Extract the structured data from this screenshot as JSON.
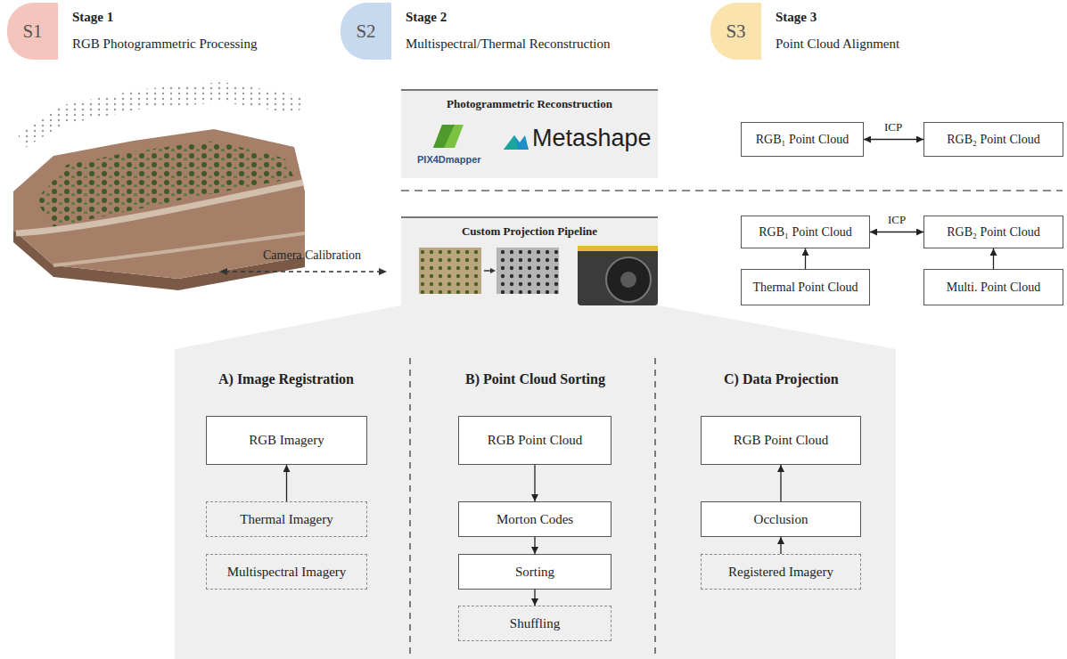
{
  "diagram": {
    "nodes": [
      {
        "text": [
          "S1",
          "Stage 1",
          "RGB Photogrammetric Processing"
        ]
      },
      {
        "text": [
          "S2",
          "Stage 2",
          "Multispectral/Thermal Reconstruction"
        ]
      },
      {
        "text": [
          "S3",
          "Stage 3",
          "Point Cloud Alignment"
        ]
      },
      {
        "text": [
          "Photogrammetric Reconstruction",
          "PIX4Dmapper",
          "Metashape"
        ]
      },
      {
        "text": [
          "RGB₁ Point Cloud"
        ]
      },
      {
        "text": [
          "RGB₂ Point Cloud"
        ]
      },
      {
        "text": [
          "Custom Projection Pipeline"
        ]
      },
      {
        "text": [
          "RGB₁ Point Cloud"
        ]
      },
      {
        "text": [
          "RGB₂ Point Cloud"
        ]
      },
      {
        "text": [
          "Thermal Point Cloud"
        ]
      },
      {
        "text": [
          "Multi. Point Cloud"
        ]
      },
      {
        "text": [
          "RGB Imagery"
        ]
      },
      {
        "text": [
          "Thermal Imagery"
        ]
      },
      {
        "text": [
          "Multispectral Imagery"
        ]
      },
      {
        "text": [
          "RGB Point Cloud"
        ]
      },
      {
        "text": [
          "Morton Codes"
        ]
      },
      {
        "text": [
          "Sorting"
        ]
      },
      {
        "text": [
          "Shuffling"
        ]
      },
      {
        "text": [
          "RGB Point Cloud"
        ]
      },
      {
        "text": [
          "Occlusion"
        ]
      },
      {
        "text": [
          "Registered Imagery"
        ]
      }
    ],
    "edges": [
      {
        "from": 4,
        "to": 5,
        "label": "ICP",
        "arrow": "both"
      },
      {
        "from": 7,
        "to": 8,
        "label": "ICP",
        "arrow": "both"
      },
      {
        "from": 9,
        "to": 7,
        "arrow": "to"
      },
      {
        "from": 10,
        "to": 8,
        "arrow": "to"
      },
      {
        "from": 12,
        "to": 11,
        "arrow": "to"
      },
      {
        "from": 14,
        "to": 15,
        "arrow": "to"
      },
      {
        "from": 15,
        "to": 16,
        "arrow": "to"
      },
      {
        "from": 16,
        "to": 17,
        "arrow": "to"
      },
      {
        "from": 20,
        "to": 19,
        "arrow": "to"
      },
      {
        "from": 19,
        "to": 18,
        "arrow": "to"
      }
    ],
    "labels": [
      "Camera Calibration",
      "A) Image Registration",
      "B) Point Cloud Sorting",
      "C) Data Projection"
    ]
  }
}
